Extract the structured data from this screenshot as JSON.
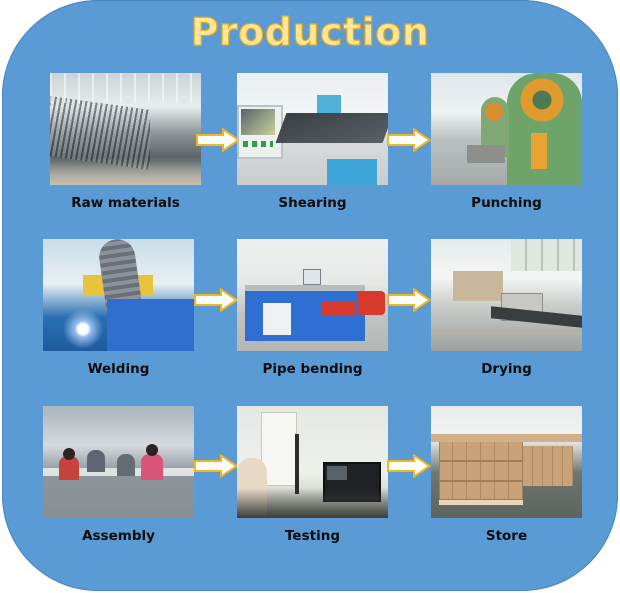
{
  "title": "Production",
  "colors": {
    "panel_background": "#5b9bd5",
    "title_fill": "#ffe699",
    "title_outline": "#e6a817",
    "arrow_fill": "#ffffff",
    "arrow_outline": "#f2b51c",
    "label_text": "#0d0d0d"
  },
  "steps": [
    {
      "label": "Raw materials",
      "image": "steel-pipe-stockpile-photo"
    },
    {
      "label": "Shearing",
      "image": "laser-cutting-machine-photo"
    },
    {
      "label": "Punching",
      "image": "punch-press-machines-photo"
    },
    {
      "label": "Welding",
      "image": "welding-station-with-fume-extractor-photo"
    },
    {
      "label": "Pipe bending",
      "image": "pipe-bending-machine-photo"
    },
    {
      "label": "Drying",
      "image": "drying-oven-conveyor-photo"
    },
    {
      "label": "Assembly",
      "image": "assembly-line-workers-photo"
    },
    {
      "label": "Testing",
      "image": "optical-testing-station-photo"
    },
    {
      "label": "Store",
      "image": "warehouse-boxed-pallets-photo"
    }
  ],
  "arrows": [
    {
      "from": "Raw materials",
      "to": "Shearing",
      "icon": "right-arrow-icon"
    },
    {
      "from": "Shearing",
      "to": "Punching",
      "icon": "right-arrow-icon"
    },
    {
      "from": "Welding",
      "to": "Pipe bending",
      "icon": "right-arrow-icon"
    },
    {
      "from": "Pipe bending",
      "to": "Drying",
      "icon": "right-arrow-icon"
    },
    {
      "from": "Assembly",
      "to": "Testing",
      "icon": "right-arrow-icon"
    },
    {
      "from": "Testing",
      "to": "Store",
      "icon": "right-arrow-icon"
    }
  ]
}
